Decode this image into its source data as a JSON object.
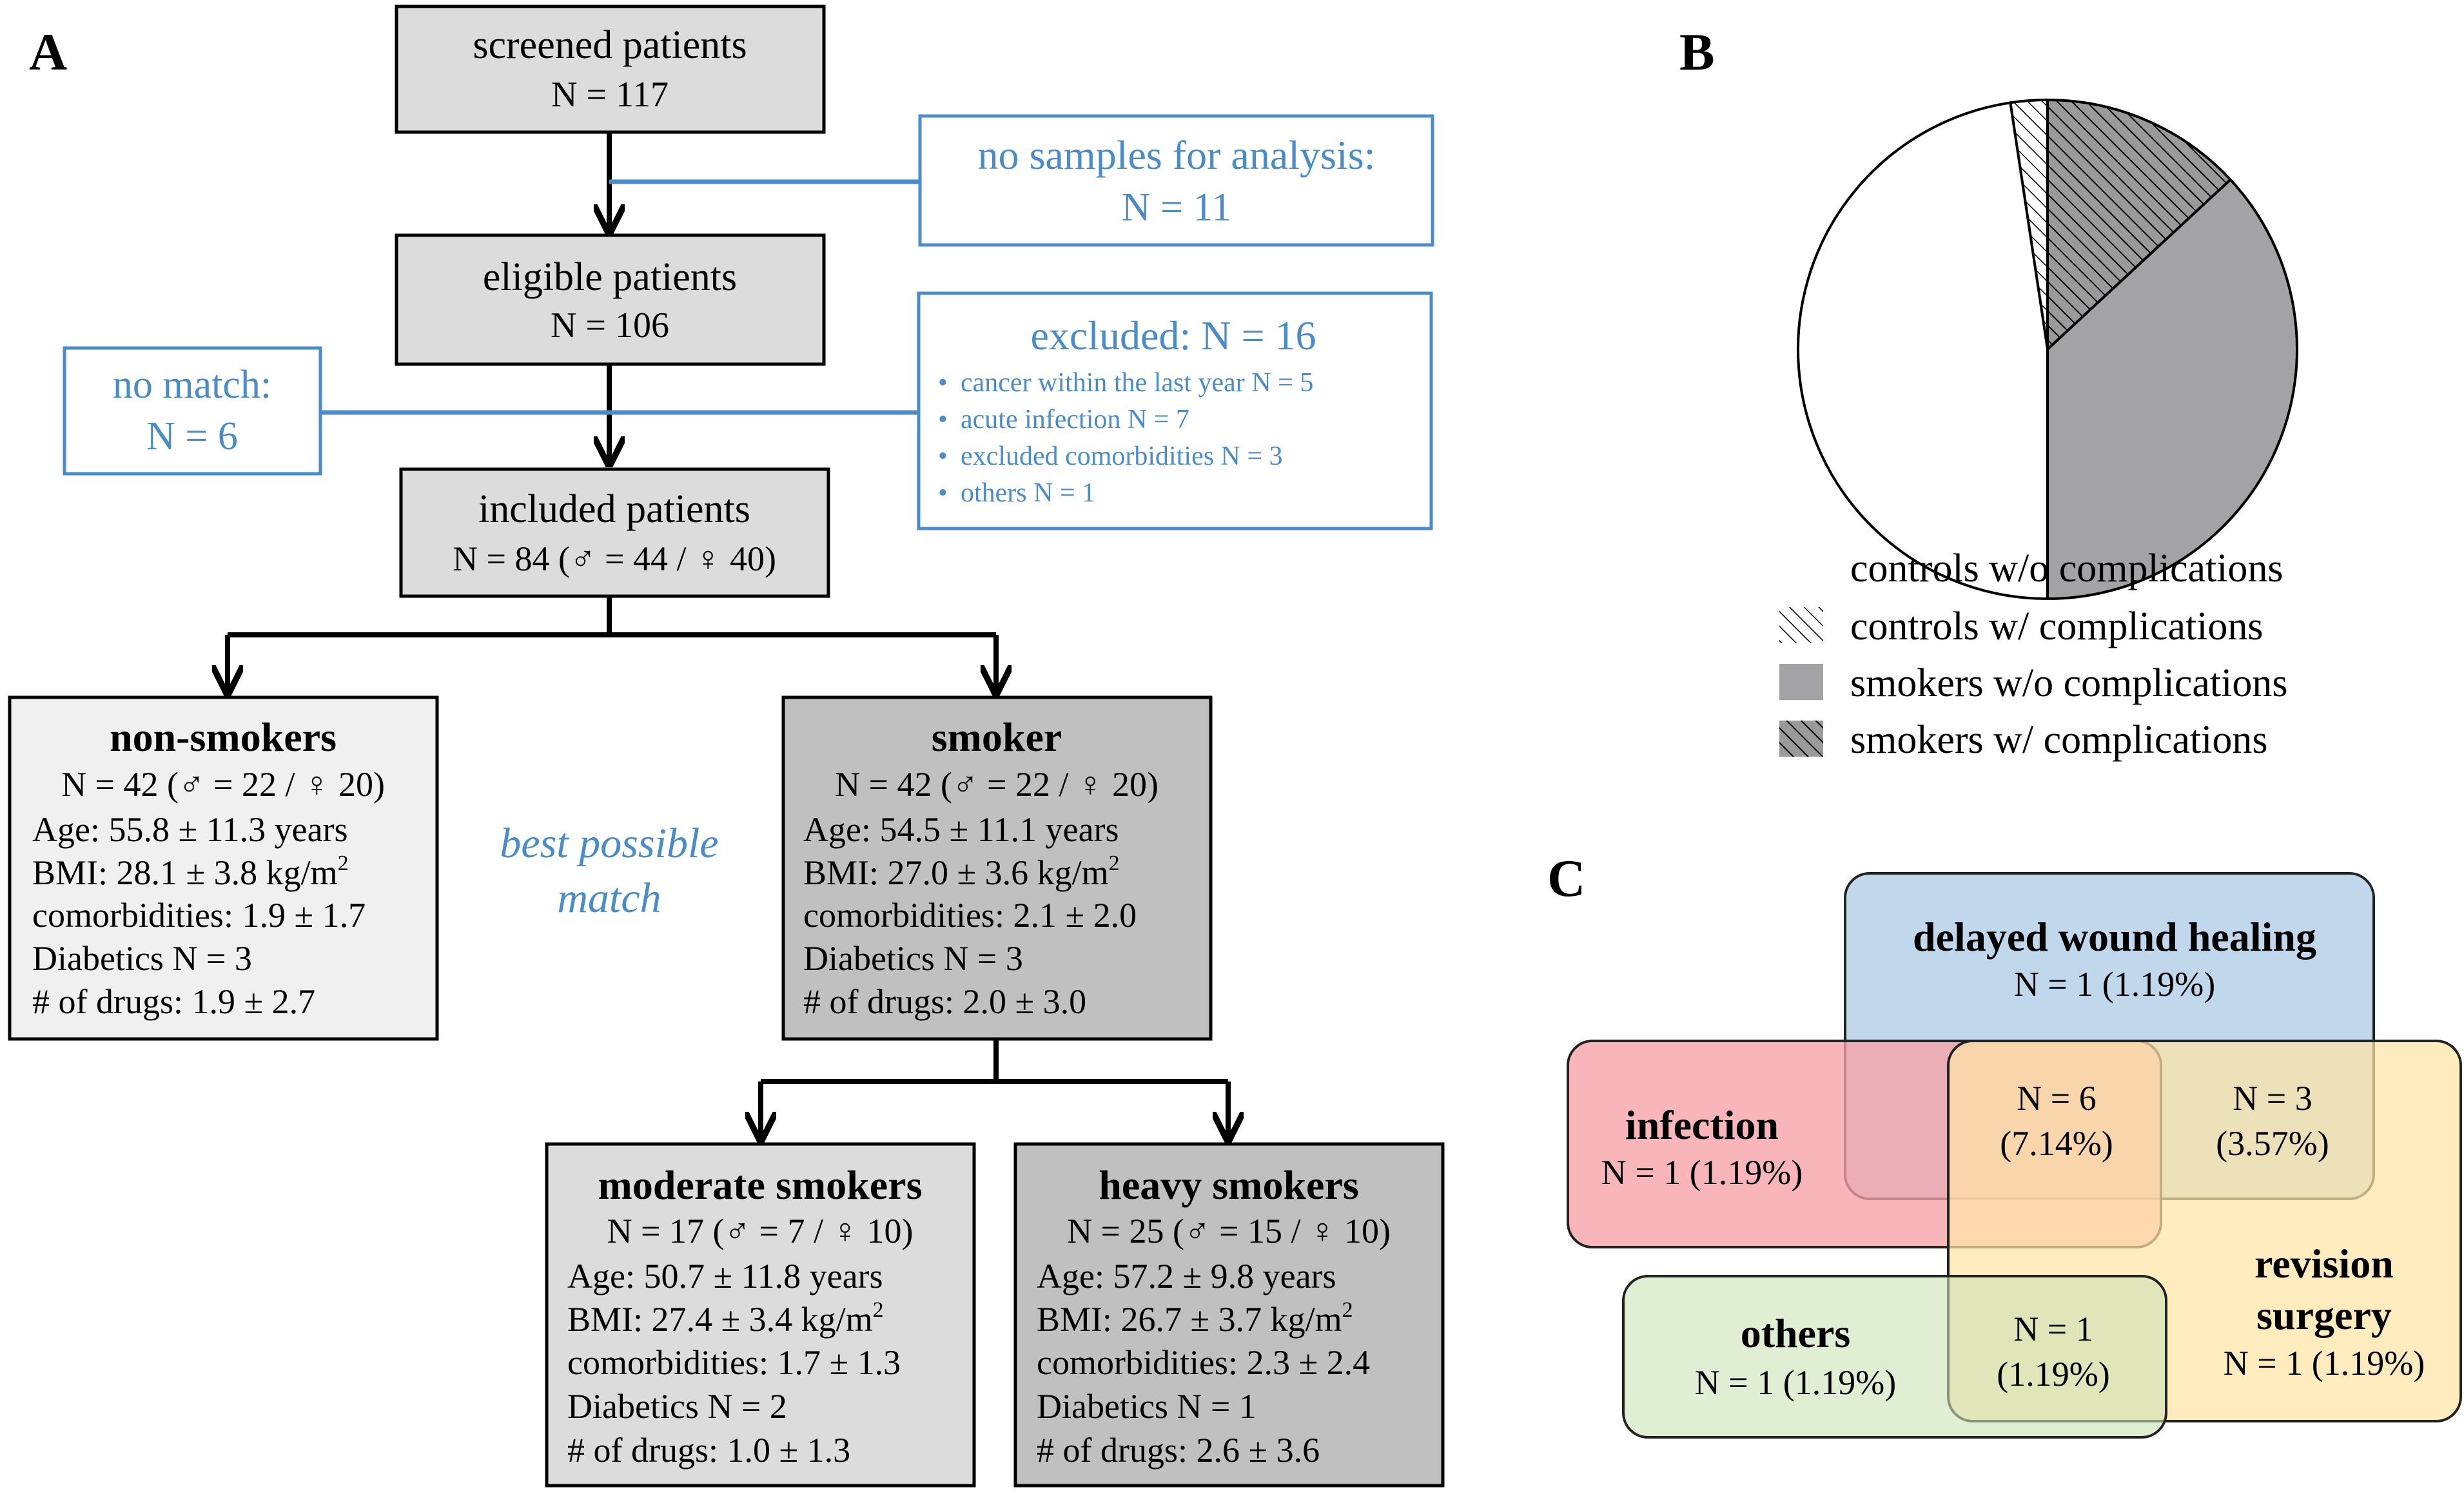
{
  "panels": {
    "a_label": "A",
    "b_label": "B",
    "c_label": "C"
  },
  "flow": {
    "screened": {
      "title": "screened patients",
      "n": "N = 117"
    },
    "no_samples": {
      "title": "no samples for analysis:",
      "n": "N = 11"
    },
    "eligible": {
      "title": "eligible patients",
      "n": "N = 106"
    },
    "no_match": {
      "title": "no match:",
      "n": "N = 6"
    },
    "excluded": {
      "title": "excluded: N = 16",
      "items": [
        "cancer within the last year N = 5",
        "acute infection N = 7",
        "excluded comorbidities N = 3",
        "others N = 1"
      ]
    },
    "included": {
      "title": "included patients",
      "n": "N = 84 (♂ = 44 / ♀ 40)"
    },
    "match_note": [
      "best possible",
      "match"
    ],
    "non_smokers": {
      "title": "non-smokers",
      "n": "N = 42 (♂ = 22 / ♀ 20)",
      "age": "Age: 55.8 ± 11.3 years",
      "bmi": "BMI: 28.1 ± 3.8 kg/m",
      "bmi_sup": "2",
      "comorb": "comorbidities:  1.9 ± 1.7",
      "diabetics": "Diabetics  N = 3",
      "drugs": "# of drugs:  1.9 ± 2.7"
    },
    "smoker": {
      "title": "smoker",
      "n": "N = 42 (♂ = 22 / ♀ 20)",
      "age": "Age:  54.5 ± 11.1 years",
      "bmi": "BMI: 27.0 ± 3.6 kg/m",
      "bmi_sup": "2",
      "comorb": "comorbidities:  2.1 ± 2.0",
      "diabetics": "Diabetics  N = 3",
      "drugs": "# of drugs:  2.0 ± 3.0"
    },
    "moderate": {
      "title": "moderate smokers",
      "n": "N = 17 (♂ = 7 / ♀ 10)",
      "age": "Age:  50.7 ± 11.8 years",
      "bmi": "BMI: 27.4 ± 3.4 kg/m",
      "bmi_sup": "2",
      "comorb": "comorbidities:  1.7 ± 1.3",
      "diabetics": "Diabetics  N = 2",
      "drugs": "# of drugs:  1.0 ± 1.3"
    },
    "heavy": {
      "title": "heavy smokers",
      "n": "N = 25 (♂ = 15 / ♀ 10)",
      "age": "Age:  57.2 ± 9.8 years",
      "bmi": "BMI: 26.7 ± 3.7 kg/m",
      "bmi_sup": "2",
      "comorb": "comorbidities:  2.3 ± 2.4",
      "diabetics": "Diabetics  N = 1",
      "drugs": "# of drugs:  2.6 ± 3.6"
    }
  },
  "pie": {
    "legend": [
      "controls w/o complications",
      "controls w/ complications",
      "smokers w/o complications",
      "smokers w/ complications"
    ]
  },
  "chart_data": {
    "type": "pie",
    "slices": [
      {
        "label": "controls w/o complications",
        "value": 40,
        "fill": "#ffffff",
        "pattern": "none"
      },
      {
        "label": "controls w/ complications",
        "value": 2,
        "fill": "#ffffff",
        "pattern": "hatch-light"
      },
      {
        "label": "smokers w/o complications",
        "value": 31,
        "fill": "#a3a3a6",
        "pattern": "none"
      },
      {
        "label": "smokers w/ complications",
        "value": 11,
        "fill": "#9a9a9a",
        "pattern": "hatch-dark"
      }
    ],
    "start_order": [
      1,
      3,
      2,
      0
    ],
    "legend_position": "bottom"
  },
  "venn": {
    "delayed": {
      "title": "delayed wound healing",
      "n": "N = 1 (1.19%)",
      "color": "#b9d3ea"
    },
    "infection": {
      "title": "infection",
      "n": "N = 1 (1.19%)",
      "color": "#f7a1a7"
    },
    "revision": {
      "title1": "revision",
      "title2": "surgery",
      "n": "N = 1 (1.19%)",
      "color": "#fde5a6"
    },
    "others": {
      "title": "others",
      "n": "N = 1 (1.19%)",
      "color": "#cbe2b8"
    },
    "center": {
      "n": "N = 6",
      "pct": "(7.14%)"
    },
    "right": {
      "n": "N = 3",
      "pct": "(3.57%)"
    },
    "bottom": {
      "n": "N = 1",
      "pct": "(1.19%)"
    }
  },
  "colors": {
    "blue": "#4a8cc9",
    "box_light": "#f0f0f0",
    "box_mid": "#dcdcdc",
    "box_dark": "#c0c0c0"
  }
}
